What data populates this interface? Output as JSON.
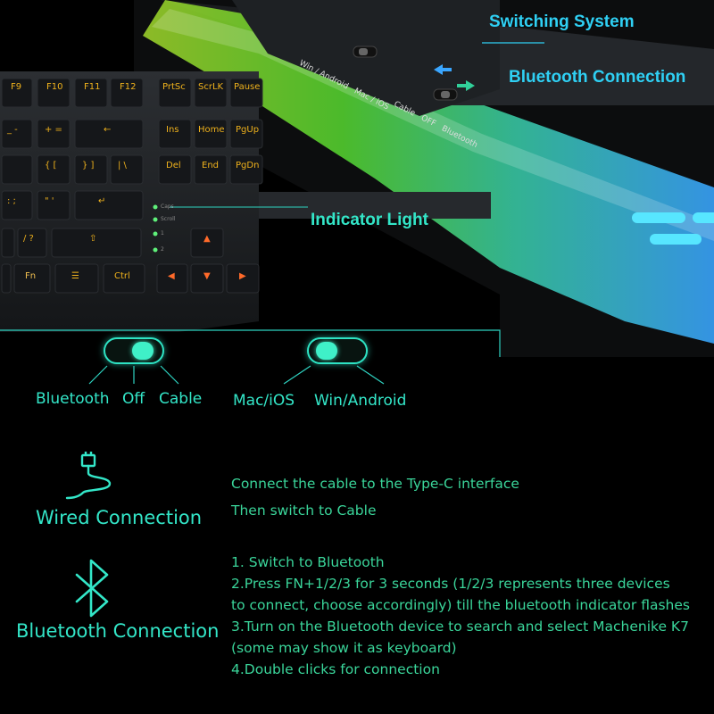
{
  "callouts": {
    "switching_system": "Switching System",
    "bluetooth_connection": "Bluetooth Connection",
    "indicator_light": "Indicator Light"
  },
  "keyboard": {
    "switch_label_os": "Win / Android   Mac / iOS",
    "switch_label_mode": "Cable   OFF   Bluetooth",
    "indicator_labels": [
      "Caps",
      "Scroll",
      "1",
      "2"
    ],
    "keys_row1": [
      "F9",
      "F10",
      "F11",
      "F12",
      "PrtSc",
      "ScrLK",
      "Pause"
    ],
    "keys_row2": [
      "_ -",
      "+ =",
      "←",
      "Ins",
      "Home",
      "PgUp"
    ],
    "keys_row3": [
      "{ [",
      "} ]",
      "| \\",
      "Del",
      "End",
      "PgDn"
    ],
    "keys_row4": [
      ": ;",
      "\" '",
      "↵"
    ],
    "keys_row5": [
      "/ ?",
      "⇧",
      "▲"
    ],
    "keys_row6": [
      "Fn",
      "☰",
      "Ctrl",
      "◀",
      "▼",
      "▶"
    ]
  },
  "toggles": {
    "left_labels": [
      "Bluetooth",
      "Off",
      "Cable"
    ],
    "right_labels": [
      "Mac/iOS",
      "Win/Android"
    ]
  },
  "wired": {
    "title": "Wired Connection",
    "lines": [
      "Connect the cable to the Type-C interface",
      "Then switch to Cable"
    ]
  },
  "bluetooth": {
    "title": "Bluetooth Connection",
    "lines": [
      "1. Switch to Bluetooth",
      "2.Press FN+1/2/3 for 3 seconds (1/2/3 represents three devices",
      "to connect, choose accordingly) till the bluetooth indicator flashes",
      "3.Turn on the Bluetooth device to search and select Machenike K7",
      "(some may show it as keyboard)",
      "4.Double clicks for connection"
    ]
  },
  "colors": {
    "accent_cyan": "#2fd0f4",
    "accent_green": "#33e6c8",
    "body_green": "#3ad59a",
    "background": "#000000"
  },
  "icons": [
    "cable-icon",
    "bluetooth-icon"
  ]
}
